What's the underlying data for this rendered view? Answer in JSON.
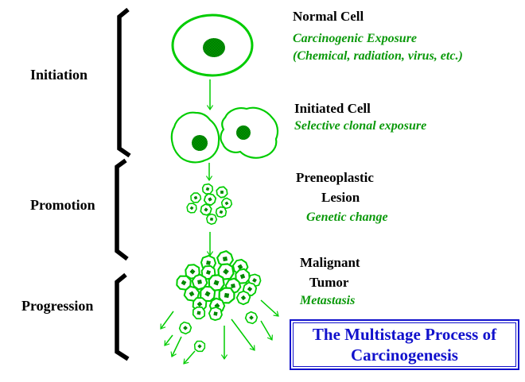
{
  "stages": [
    {
      "label": "Initiation"
    },
    {
      "label": "Promotion"
    },
    {
      "label": "Progression"
    }
  ],
  "annotations": {
    "normal": {
      "title": "Normal Cell",
      "note1": "Carcinogenic Exposure",
      "note2": "(Chemical, radiation, virus, etc.)"
    },
    "initiated": {
      "title": "Initiated Cell",
      "note": "Selective clonal exposure"
    },
    "preneoplastic": {
      "title1": "Preneoplastic",
      "title2": "Lesion",
      "note": "Genetic change"
    },
    "malignant": {
      "title1": "Malignant",
      "title2": "Tumor",
      "note": "Metastasis"
    }
  },
  "title_box": {
    "line1": "The Multistage Process of",
    "line2": "Carcinogenesis"
  },
  "colors": {
    "line_green": "#00CC00",
    "text_green": "#0A990A",
    "nucleus_green": "#1E7A1E",
    "blue": "#1111CC",
    "bracket_black": "#000000",
    "background": "#FFFFFF"
  }
}
